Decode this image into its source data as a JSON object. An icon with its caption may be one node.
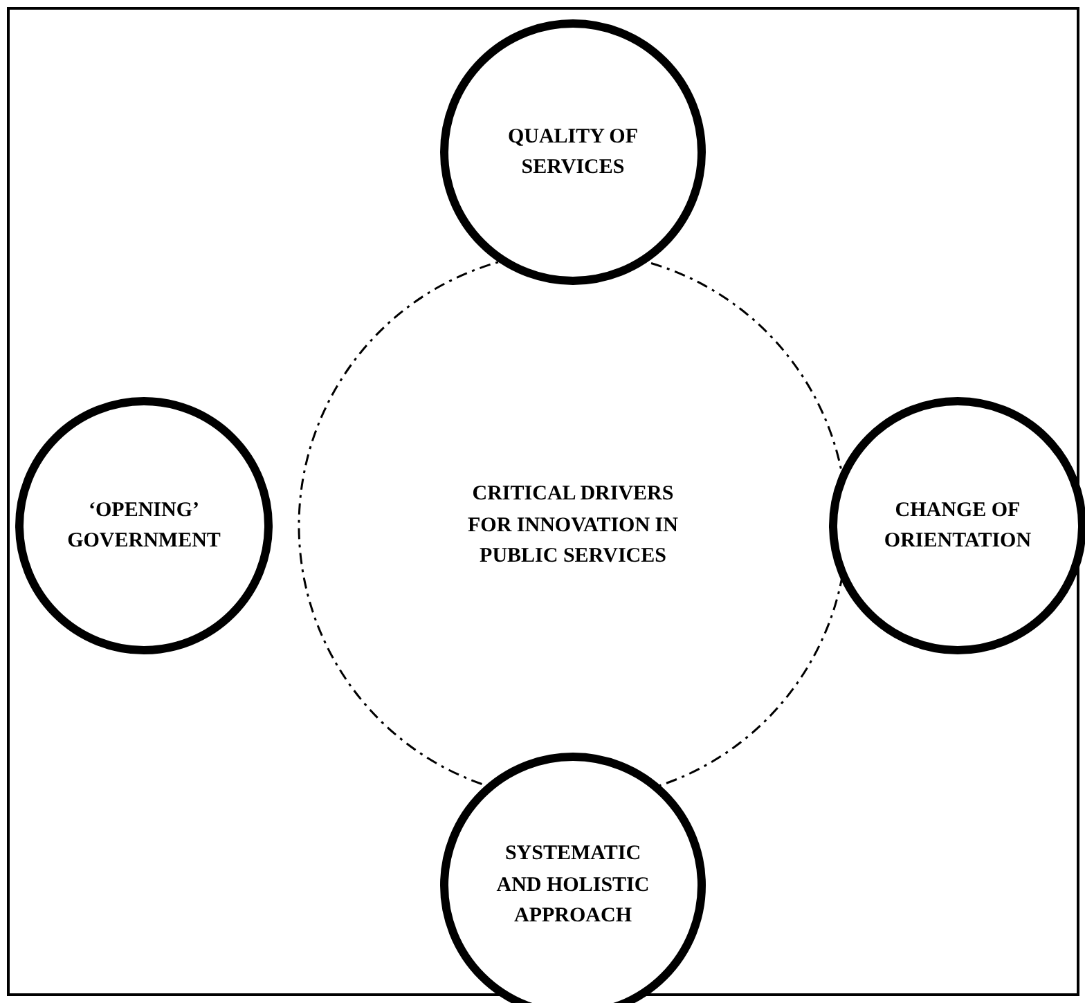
{
  "diagram": {
    "nodes": [
      {
        "text": [
          "QUALITY OF SERVICES"
        ]
      },
      {
        "text": [
          "‘OPENING’ GOVERNMENT"
        ]
      },
      {
        "text": [
          "CRITICAL DRIVERS FOR INNOVATION IN PUBLIC SERVICES"
        ]
      },
      {
        "text": [
          "CHANGE OF ORIENTATION"
        ]
      },
      {
        "text": [
          "SYSTEMATIC AND HOLISTIC APPROACH"
        ]
      }
    ]
  }
}
